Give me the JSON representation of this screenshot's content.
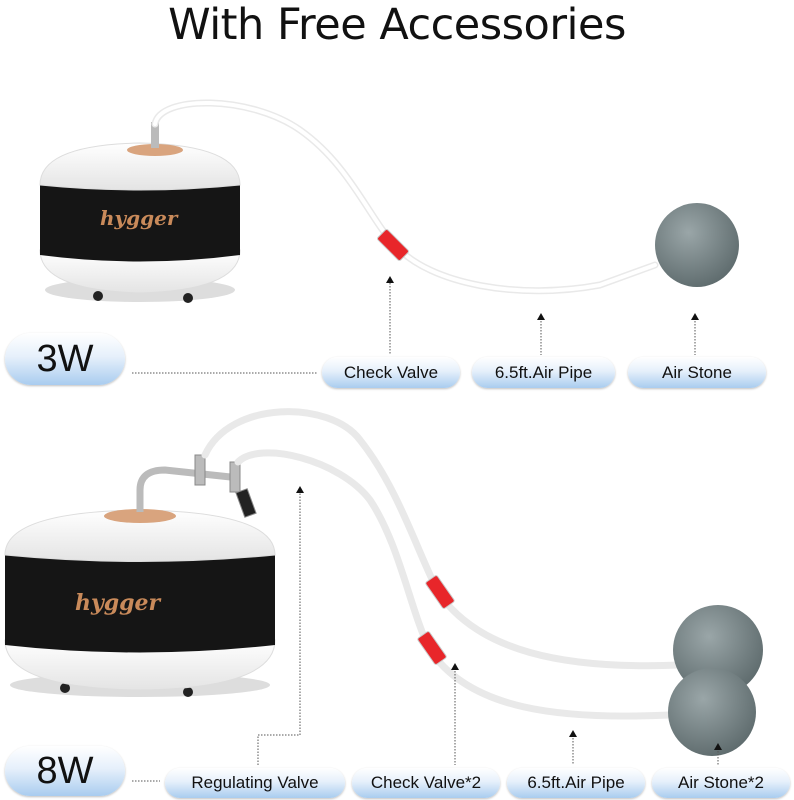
{
  "title": "With Free Accessories",
  "brand": "hygger",
  "models": [
    {
      "wattage": "3W",
      "accessories": [
        "Check Valve",
        "6.5ft.Air Pipe",
        "Air Stone"
      ]
    },
    {
      "wattage": "8W",
      "accessories": [
        "Regulating Valve",
        "Check Valve*2",
        "6.5ft.Air Pipe",
        "Air Stone*2"
      ]
    }
  ],
  "colors": {
    "pill_top": "#ffffff",
    "pill_bottom": "#a9ccef",
    "pump_band": "#151515",
    "valve_red": "#e8262a",
    "stone": "#7c8a8c"
  }
}
